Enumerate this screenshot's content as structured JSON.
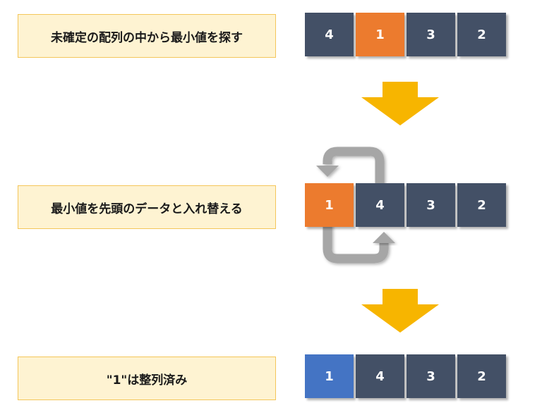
{
  "steps": [
    {
      "label": "未確定の配列の中から最小値を探す",
      "cells": [
        {
          "value": "4",
          "state": "unsorted"
        },
        {
          "value": "1",
          "state": "minimum"
        },
        {
          "value": "3",
          "state": "unsorted"
        },
        {
          "value": "2",
          "state": "unsorted"
        }
      ]
    },
    {
      "label": "最小値を先頭のデータと入れ替える",
      "cells": [
        {
          "value": "1",
          "state": "minimum"
        },
        {
          "value": "4",
          "state": "unsorted"
        },
        {
          "value": "3",
          "state": "unsorted"
        },
        {
          "value": "2",
          "state": "unsorted"
        }
      ]
    },
    {
      "label": "\"1\"は整列済み",
      "cells": [
        {
          "value": "1",
          "state": "sorted"
        },
        {
          "value": "4",
          "state": "unsorted"
        },
        {
          "value": "3",
          "state": "unsorted"
        },
        {
          "value": "2",
          "state": "unsorted"
        }
      ]
    }
  ],
  "colors": {
    "label_bg": "#fef3d2",
    "label_border": "#f4c65a",
    "unsorted": "#435066",
    "minimum": "#ec7b2e",
    "sorted": "#4474c4",
    "down_arrow": "#f7b500",
    "swap_arrow": "#a6a6a6"
  },
  "icons": [
    "down-arrow-icon",
    "swap-arrows-icon"
  ]
}
